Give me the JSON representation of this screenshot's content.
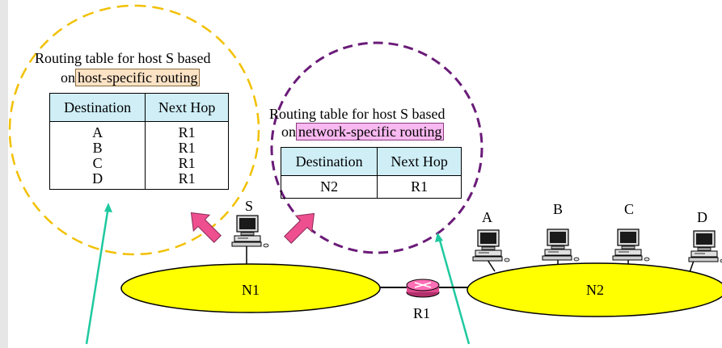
{
  "host_table": {
    "title_line1": "Routing table for host S based",
    "title_prefix": "on",
    "title_highlight": "host-specific routing",
    "headers": [
      "Destination",
      "Next Hop"
    ],
    "rows": [
      [
        "A",
        "R1"
      ],
      [
        "B",
        "R1"
      ],
      [
        "C",
        "R1"
      ],
      [
        "D",
        "R1"
      ]
    ]
  },
  "network_table": {
    "title_line1": "Routing table for host S based",
    "title_prefix": "on",
    "title_highlight": "network-specific routing",
    "headers": [
      "Destination",
      "Next Hop"
    ],
    "rows": [
      [
        "N2",
        "R1"
      ]
    ]
  },
  "hosts": [
    "S",
    "A",
    "B",
    "C",
    "D"
  ],
  "networks": [
    "N1",
    "N2"
  ],
  "router": "R1",
  "colors": {
    "network_fill": "#ffff00",
    "router_fill": "#ff5aa8",
    "arrow_fill": "#ee4f8f",
    "host_circle": "#f2c000",
    "network_circle": "#6a1b78",
    "pointer_line": "#1fc9a0",
    "header_fill": "#cfeef6"
  }
}
